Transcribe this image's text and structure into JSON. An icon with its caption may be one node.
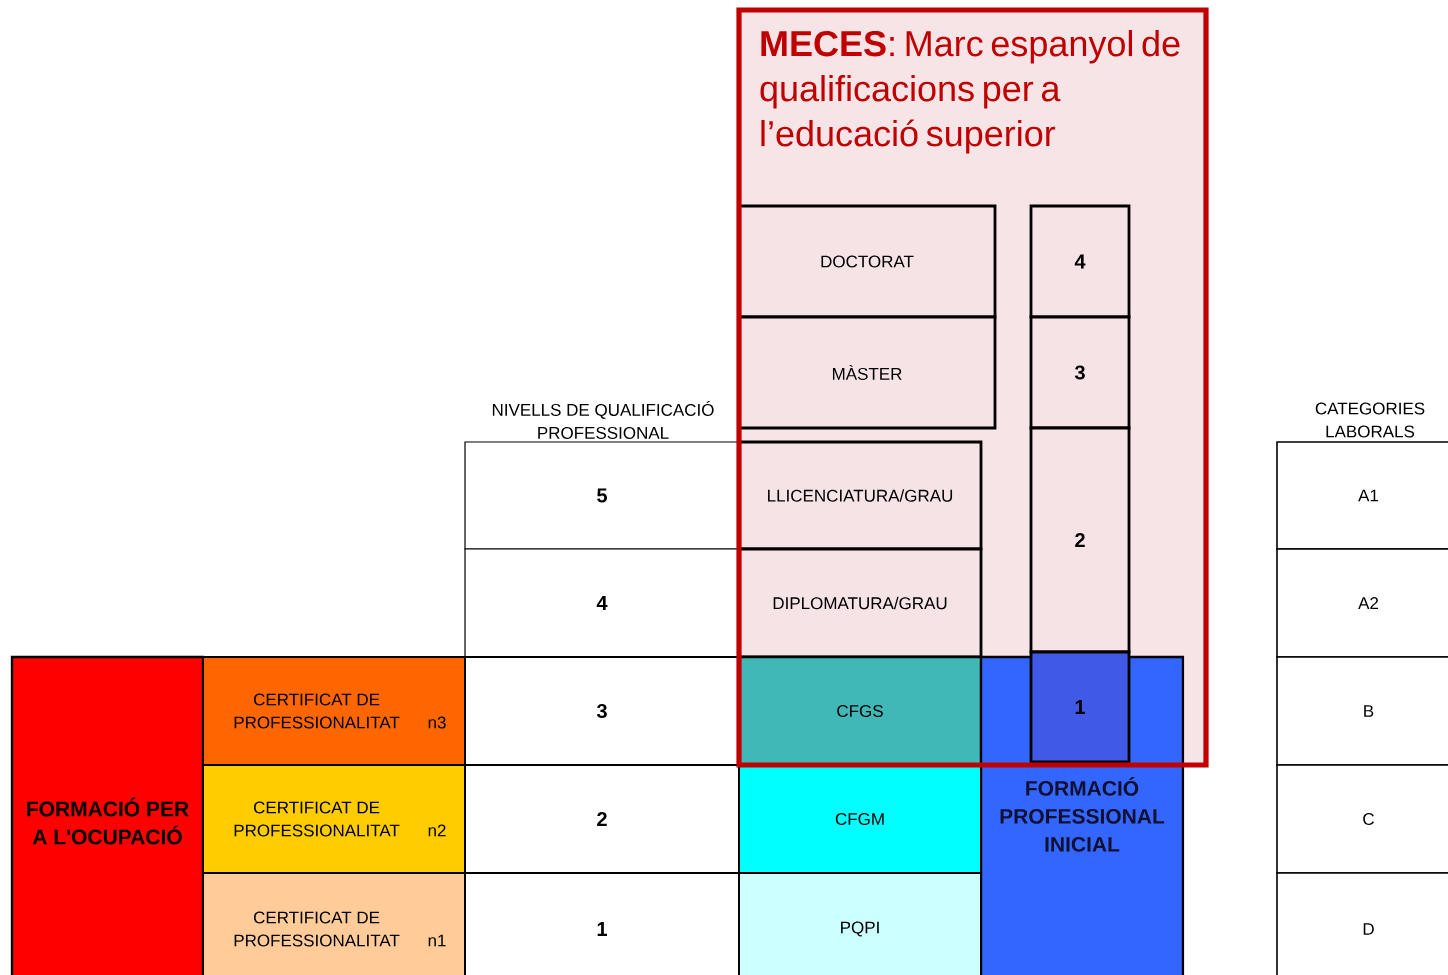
{
  "diagram": {
    "nodes": [
      {
        "text": [
          "**MECES**: Marc espanyol de qualificacions per a l’educació superior"
        ]
      },
      {
        "text": [
          "DOCTORAT"
        ],
        "in": 0
      },
      {
        "text": [
          "4"
        ],
        "in": 0
      },
      {
        "text": [
          "MÀSTER"
        ],
        "in": 0
      },
      {
        "text": [
          "3"
        ],
        "in": 0
      },
      {
        "text": [
          "LLICENCIATURA/GRAU"
        ],
        "in": 0
      },
      {
        "text": [
          "2"
        ],
        "in": 0
      },
      {
        "text": [
          "DIPLOMATURA/GRAU"
        ],
        "in": 0
      },
      {
        "text": [
          "5"
        ]
      },
      {
        "text": [
          "4"
        ]
      },
      {
        "text": [
          "A1"
        ]
      },
      {
        "text": [
          "A2"
        ]
      },
      {
        "text": [
          "FORMACIÓ PER A L'OCUPACIÓ"
        ]
      },
      {
        "text": [
          "CERTIFICAT DE PROFESSIONALITAT",
          "n3"
        ]
      },
      {
        "text": [
          "3"
        ]
      },
      {
        "text": [
          "CFGS"
        ],
        "in": 0
      },
      {
        "text": [
          "1"
        ]
      },
      {
        "text": [
          "FORMACIÓ PROFESSIONAL INICIAL"
        ]
      },
      {
        "text": [
          "B"
        ]
      },
      {
        "text": [
          "CERTIFICAT DE PROFESSIONALITAT",
          "n2"
        ]
      },
      {
        "text": [
          "2"
        ]
      },
      {
        "text": [
          "CFGM"
        ]
      },
      {
        "text": [
          "C"
        ]
      },
      {
        "text": [
          "CERTIFICAT DE PROFESSIONALITAT",
          "n1"
        ]
      },
      {
        "text": [
          "1"
        ]
      },
      {
        "text": [
          "PQPI"
        ]
      },
      {
        "text": [
          "D"
        ]
      }
    ],
    "labels": [
      "NIVELLS DE QUALIFICACIÓ PROFESSIONAL",
      "CATEGORIES LABORALS"
    ]
  }
}
